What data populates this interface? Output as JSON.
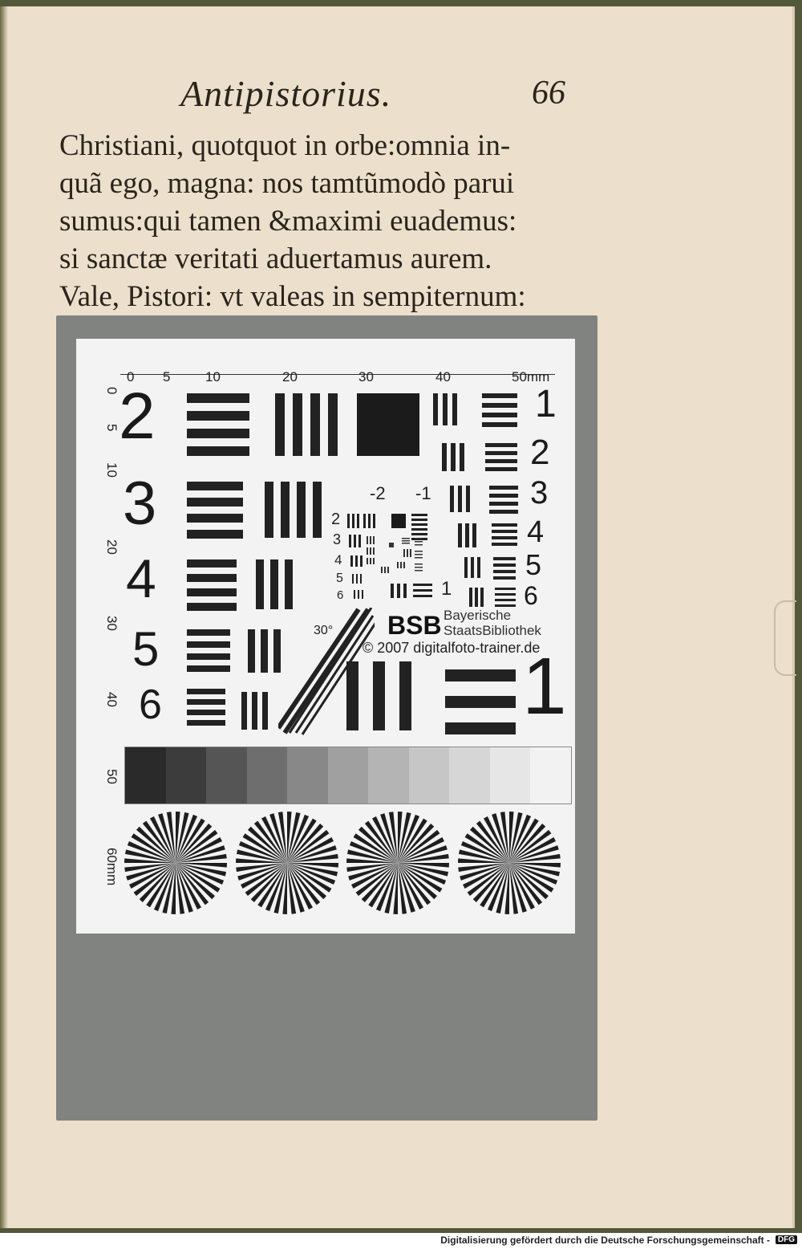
{
  "page": {
    "running_head": "Antipistorius.",
    "folio": "66",
    "lines": [
      "Christiani, quotquot in orbe:omnia in-",
      "quã ego, magna: nos tamtũmodò parui",
      "sumus:qui tamen &maximi euademus:",
      "si sanctæ veritati aduertamus aurem.",
      "Vale, Pistori: vt valeas in sempiternum:"
    ]
  },
  "target": {
    "scale_top": [
      "0",
      "5",
      "10",
      "20",
      "30",
      "40",
      "50mm"
    ],
    "scale_side": [
      "0",
      "5",
      "10",
      "20",
      "30",
      "40",
      "50",
      "60mm"
    ],
    "group_numbers": [
      "2",
      "3",
      "4",
      "5",
      "6"
    ],
    "right_numbers": [
      "1",
      "2",
      "3",
      "4",
      "5",
      "6"
    ],
    "big_one": "1",
    "center_labels": [
      "-2",
      "-1"
    ],
    "center_left": [
      "2",
      "3",
      "4",
      "5",
      "6"
    ],
    "center_one": "1",
    "angle": "30°",
    "logo": "BSB",
    "library_line1": "Bayerische",
    "library_line2": "StaatsBibliothek",
    "copyright": "© 2007 digitalfoto-trainer.de",
    "greyscale": [
      "#2a2a2a",
      "#3c3c3c",
      "#555555",
      "#6e6e6e",
      "#888888",
      "#a0a0a0",
      "#b4b4b4",
      "#c6c6c6",
      "#d6d6d6",
      "#e6e6e6",
      "#f2f2f2"
    ]
  },
  "footer": {
    "text": "Digitalisierung gefördert durch die Deutsche Forschungsgemeinschaft -",
    "logo": "DFG"
  }
}
